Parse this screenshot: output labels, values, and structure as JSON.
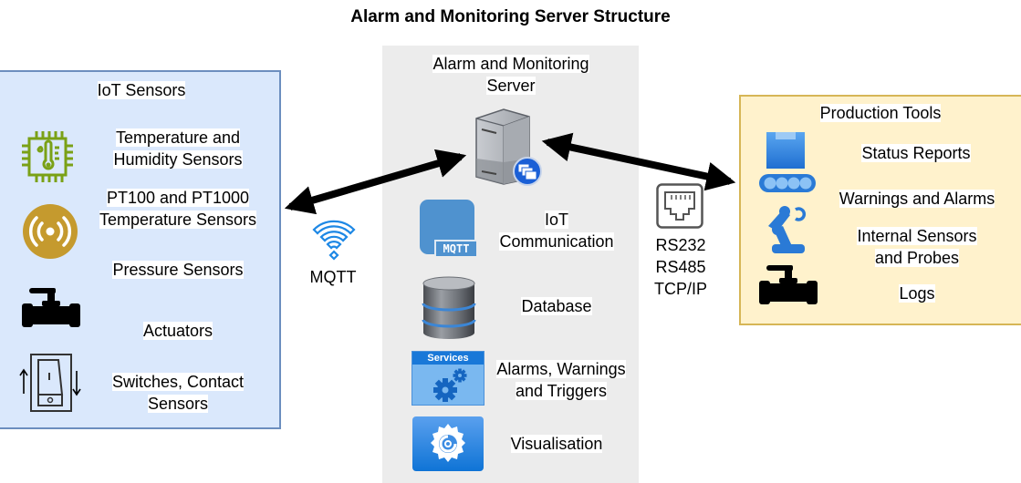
{
  "title": "Alarm and Monitoring Server Structure",
  "iot_sensors": {
    "heading": "IoT Sensors",
    "items": [
      {
        "icon": "temperature-humidity-chip-icon",
        "label_lines": [
          "Temperature and",
          "Humidity Sensors"
        ]
      },
      {
        "icon": "pt-sensor-signal-icon",
        "label_lines": [
          "PT100 and PT1000",
          "Temperature Sensors"
        ]
      },
      {
        "icon": "none",
        "label_lines": [
          "Pressure Sensors"
        ]
      },
      {
        "icon": "valve-icon",
        "label_lines": [
          "Actuators"
        ]
      },
      {
        "icon": "switch-icon",
        "label_lines": [
          "Switches, Contact",
          "Sensors"
        ]
      }
    ]
  },
  "link_left": {
    "icon": "wifi-icon",
    "label": "MQTT"
  },
  "server": {
    "heading_lines": [
      "Alarm and Monitoring",
      "Server"
    ],
    "icon": "server-icon",
    "items": [
      {
        "icon": "mqtt-icon",
        "icon_text": "MQTT",
        "label_lines": [
          "IoT",
          "Communication"
        ]
      },
      {
        "icon": "database-icon",
        "label_lines": [
          "Database"
        ]
      },
      {
        "icon": "services-gears-icon",
        "icon_text": "Services",
        "label_lines": [
          "Alarms, Warnings",
          "and Triggers"
        ]
      },
      {
        "icon": "grafana-icon",
        "label_lines": [
          "Visualisation"
        ]
      }
    ]
  },
  "link_right": {
    "icon": "ethernet-port-icon",
    "label_lines": [
      "RS232",
      "RS485",
      "TCP/IP"
    ]
  },
  "production_tools": {
    "heading": "Production Tools",
    "items": [
      {
        "icon": "conveyor-icon",
        "label_lines": [
          "Status Reports"
        ]
      },
      {
        "icon": "robot-arm-icon",
        "label_lines": [
          "Warnings and Alarms"
        ]
      },
      {
        "icon": "none",
        "label_lines": [
          "Internal Sensors",
          "and Probes"
        ]
      },
      {
        "icon": "valve-icon",
        "label_lines": [
          "Logs"
        ]
      }
    ]
  },
  "colors": {
    "iot_fill": "#dae8fc",
    "iot_border": "#6c8ebf",
    "server_fill": "#ececec",
    "prod_fill": "#fff2cc",
    "prod_border": "#d6b656",
    "sensor_green": "#7aa116",
    "sensor_gold": "#c59a2e",
    "azure_blue": "#2f7fd8"
  }
}
